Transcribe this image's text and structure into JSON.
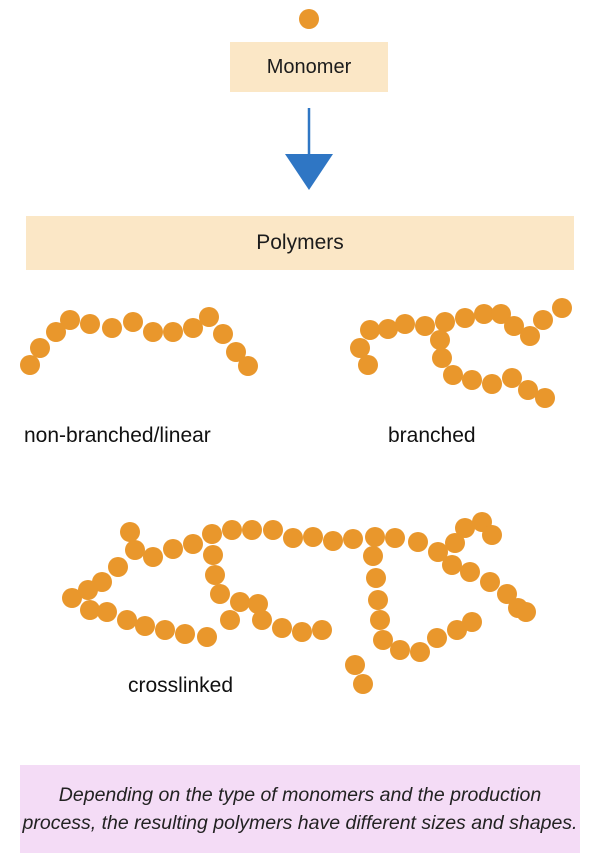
{
  "monomer_label": "Monomer",
  "polymers_label": "Polymers",
  "structures": {
    "linear_label": "non-branched/linear",
    "branched_label": "branched",
    "crosslinked_label": "crosslinked"
  },
  "caption": "Depending on the type of monomers and the production process, the resulting polymers have different sizes and shapes.",
  "colors": {
    "bead": "#e9972c",
    "arrow": "#2f76c4",
    "label_box": "#fbe7c6",
    "caption_box": "#f4dcf6"
  }
}
